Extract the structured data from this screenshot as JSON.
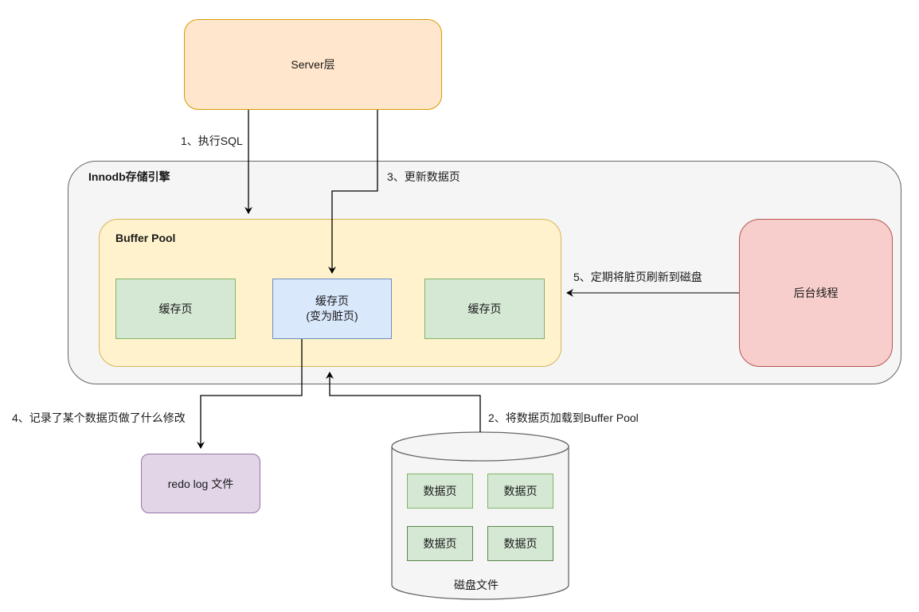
{
  "nodes": {
    "server": "Server层",
    "innodb_title": "Innodb存储引擎",
    "buffer_pool_title": "Buffer Pool",
    "cache_page_1": "缓存页",
    "cache_page_2_line1": "缓存页",
    "cache_page_2_line2": "(变为脏页)",
    "cache_page_3": "缓存页",
    "background_thread": "后台线程",
    "redo_log": "redo log 文件",
    "disk_file": "磁盘文件",
    "data_pages": [
      "数据页",
      "数据页",
      "数据页",
      "数据页"
    ]
  },
  "edges": {
    "step1": "1、执行SQL",
    "step2": "2、将数据页加载到Buffer Pool",
    "step3": "3、更新数据页",
    "step4": "4、记录了某个数据页做了什么修改",
    "step5": "5、定期将脏页刷新到磁盘"
  },
  "colors": {
    "server_fill": "#ffe6cc",
    "server_stroke": "#d79b00",
    "engine_fill": "#f5f5f5",
    "engine_stroke": "#666666",
    "pool_fill": "#fff2cc",
    "pool_stroke": "#d6b656",
    "page_fill": "#d5e8d4",
    "page_stroke": "#82b366",
    "dirty_fill": "#dae8fc",
    "dirty_stroke": "#6c8ebf",
    "thread_fill": "#f8cecc",
    "thread_stroke": "#b85450",
    "redo_fill": "#e1d5e7",
    "redo_stroke": "#9673a6"
  }
}
